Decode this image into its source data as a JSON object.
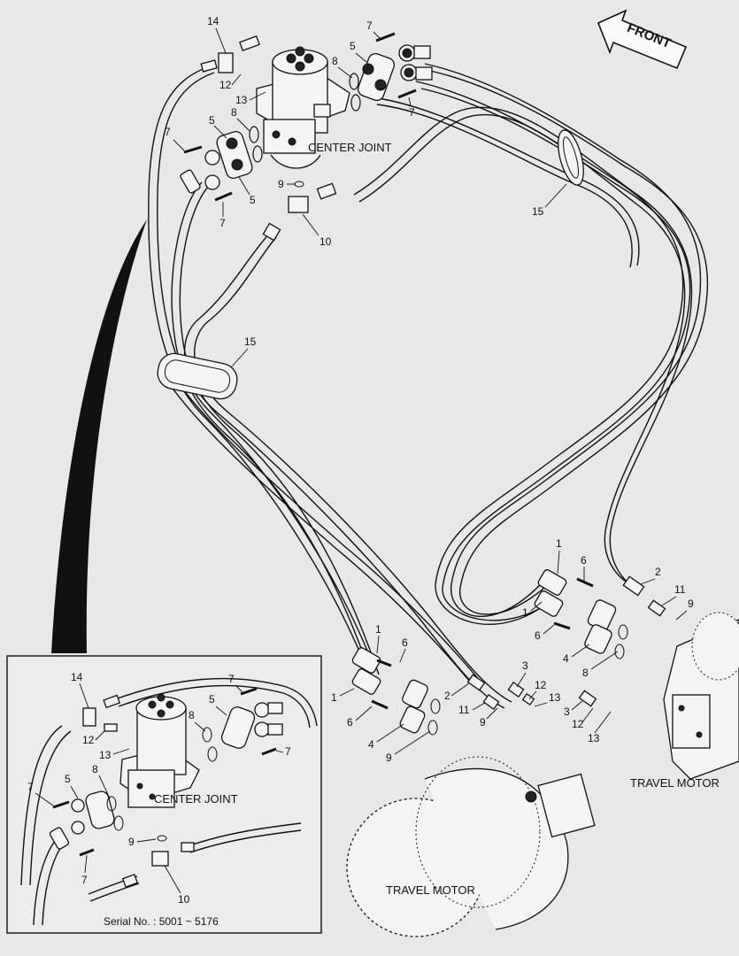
{
  "front_label": "FRONT",
  "components": {
    "center_joint_main": "CENTER JOINT",
    "center_joint_inset": "CENTER JOINT",
    "travel_motor_left": "TRAVEL MOTOR",
    "travel_motor_right": "TRAVEL MOTOR"
  },
  "serial_note": "Serial No. : 5001 ~ 5176",
  "callouts": {
    "main": [
      {
        "id": "c14",
        "text": "14"
      },
      {
        "id": "c7a",
        "text": "7"
      },
      {
        "id": "c5a",
        "text": "5"
      },
      {
        "id": "c8a",
        "text": "8"
      },
      {
        "id": "c12a",
        "text": "12"
      },
      {
        "id": "c13a",
        "text": "13"
      },
      {
        "id": "c7b",
        "text": "7"
      },
      {
        "id": "c5b",
        "text": "5"
      },
      {
        "id": "c8b",
        "text": "8"
      },
      {
        "id": "c7c",
        "text": "7"
      },
      {
        "id": "c9a",
        "text": "9"
      },
      {
        "id": "c5c",
        "text": "5"
      },
      {
        "id": "c7d",
        "text": "7"
      },
      {
        "id": "c10",
        "text": "10"
      },
      {
        "id": "c15a",
        "text": "15"
      },
      {
        "id": "c15b",
        "text": "15"
      }
    ],
    "left_motor": [
      {
        "id": "l1a",
        "text": "1"
      },
      {
        "id": "l6a",
        "text": "6"
      },
      {
        "id": "l1b",
        "text": "1"
      },
      {
        "id": "l2",
        "text": "2"
      },
      {
        "id": "l3a",
        "text": "3"
      },
      {
        "id": "l12",
        "text": "12"
      },
      {
        "id": "l13",
        "text": "13"
      },
      {
        "id": "l11",
        "text": "11"
      },
      {
        "id": "l9a",
        "text": "9"
      },
      {
        "id": "l6b",
        "text": "6"
      },
      {
        "id": "l4",
        "text": "4"
      },
      {
        "id": "l9b",
        "text": "9"
      }
    ],
    "right_motor": [
      {
        "id": "r1a",
        "text": "1"
      },
      {
        "id": "r6a",
        "text": "6"
      },
      {
        "id": "r2",
        "text": "2"
      },
      {
        "id": "r1b",
        "text": "1"
      },
      {
        "id": "r11",
        "text": "11"
      },
      {
        "id": "r9",
        "text": "9"
      },
      {
        "id": "r6b",
        "text": "6"
      },
      {
        "id": "r4",
        "text": "4"
      },
      {
        "id": "r8",
        "text": "8"
      },
      {
        "id": "r3",
        "text": "3"
      },
      {
        "id": "r12",
        "text": "12"
      },
      {
        "id": "r13",
        "text": "13"
      }
    ],
    "inset": [
      {
        "id": "i14",
        "text": "14"
      },
      {
        "id": "i7a",
        "text": "7"
      },
      {
        "id": "i5a",
        "text": "5"
      },
      {
        "id": "i12",
        "text": "12"
      },
      {
        "id": "i8a",
        "text": "8"
      },
      {
        "id": "i13",
        "text": "13"
      },
      {
        "id": "i7b",
        "text": "7"
      },
      {
        "id": "i8b",
        "text": "8"
      },
      {
        "id": "i7c",
        "text": "7"
      },
      {
        "id": "i5b",
        "text": "5"
      },
      {
        "id": "i9",
        "text": "9"
      },
      {
        "id": "i7d",
        "text": "7"
      },
      {
        "id": "i10",
        "text": "10"
      }
    ]
  }
}
